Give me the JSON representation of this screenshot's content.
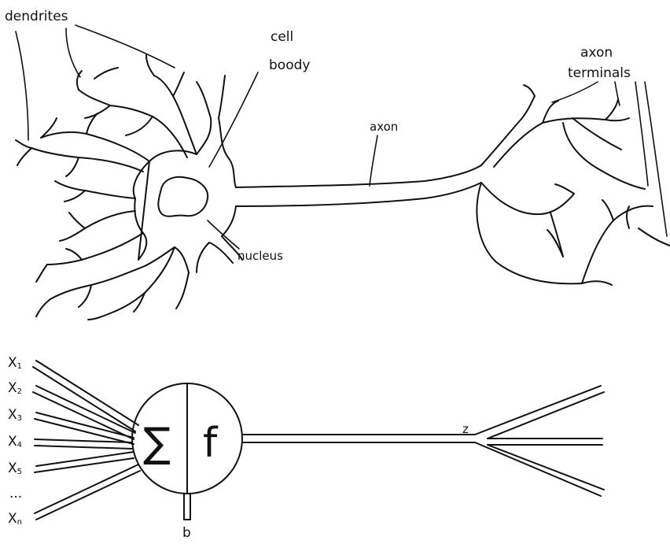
{
  "biological_neuron": {
    "labels": {
      "dendrites": "dendrites",
      "cell_body_line1": "cell",
      "cell_body_line2": "boody",
      "axon": "axon",
      "axon_terminals_line1": "axon",
      "axon_terminals_line2": "terminals",
      "nucleus": "nucleus"
    }
  },
  "artificial_neuron": {
    "inputs": [
      "X1",
      "X2",
      "X3",
      "X4",
      "X5",
      "...",
      "Xn"
    ],
    "input_letter": "X",
    "input_subscripts": [
      "1",
      "2",
      "3",
      "4",
      "5",
      "",
      "n"
    ],
    "sum_symbol": "∑",
    "activation_symbol": "f",
    "bias_label": "b",
    "output_label": "z"
  },
  "colors": {
    "ink": "#111111",
    "background": "#ffffff"
  }
}
